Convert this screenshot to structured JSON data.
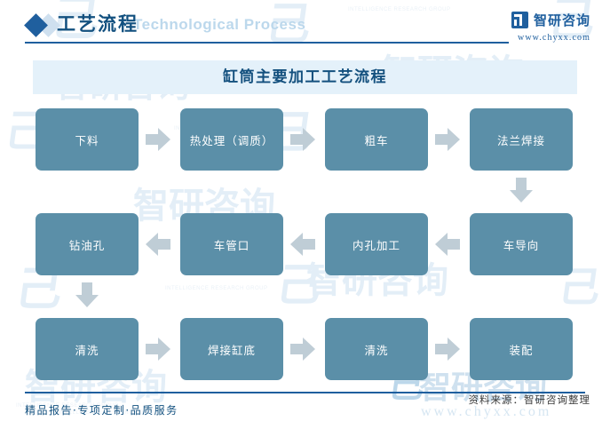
{
  "header": {
    "title_cn": "工艺流程",
    "title_en": "Technological Process",
    "diamond_icon": "diamond-icon",
    "brand_name": "智研咨询",
    "brand_url": "www.chyxx.com",
    "brand_logo_icon": "zhiyan-logo-icon"
  },
  "banner": {
    "title": "缸筒主要加工工艺流程"
  },
  "flow": {
    "rows": [
      {
        "direction": "right",
        "nodes": [
          {
            "label": "下料"
          },
          {
            "label": "热处理（调质）"
          },
          {
            "label": "粗车"
          },
          {
            "label": "法兰焊接"
          }
        ]
      },
      {
        "direction": "left",
        "nodes": [
          {
            "label": "钻油孔"
          },
          {
            "label": "车管口"
          },
          {
            "label": "内孔加工"
          },
          {
            "label": "车导向"
          }
        ]
      },
      {
        "direction": "right",
        "nodes": [
          {
            "label": "清洗"
          },
          {
            "label": "焊接缸底"
          },
          {
            "label": "清洗"
          },
          {
            "label": "装配"
          }
        ]
      }
    ],
    "connector_right_icon": "arrow-right-icon",
    "connector_left_icon": "arrow-left-icon",
    "connector_down_icon": "arrow-down-icon"
  },
  "footer": {
    "source": "资料来源：智研咨询整理",
    "tagline": "精品报告·专项定制·品质服务"
  },
  "watermark": {
    "brand": "智研咨询",
    "url": "www.chyxx.com",
    "mark": "己",
    "sub": "INTELLIGENCE RESEARCH GROUP"
  },
  "colors": {
    "node_fill": "#5b8fa8",
    "arrow_fill": "#bfcdd6",
    "accent_blue": "#1f5f9e",
    "banner_bg": "#e4f1fa",
    "title_blue": "#13507e"
  }
}
